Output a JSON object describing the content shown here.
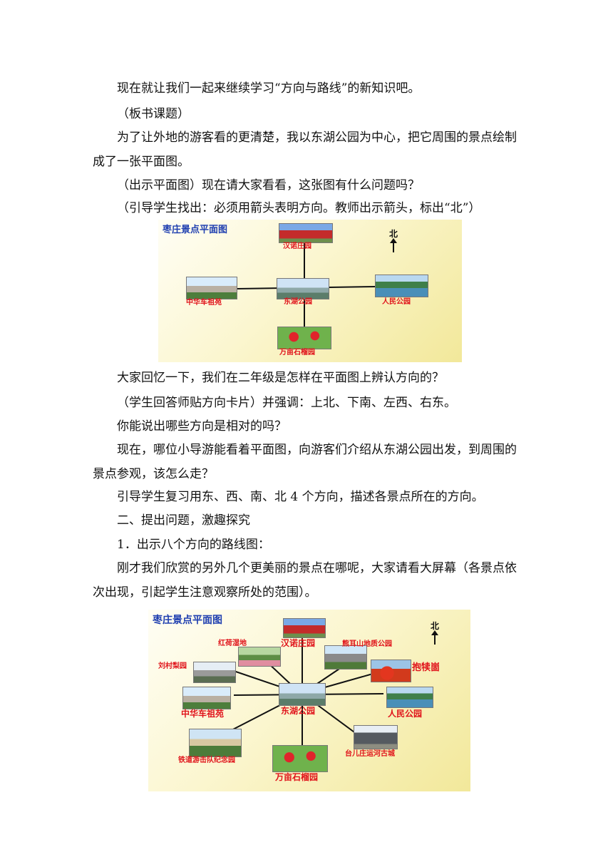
{
  "paragraphs": [
    "现在就让我们一起来继续学习“方向与路线”的新知识吧。",
    "（板书课题）",
    "为了让外地的游客看的更清楚，我以东湖公园为中心，把它周围的景点绘制成了一张平面图。",
    "（出示平面图）现在请大家看看，这张图有什么问题吗？",
    "（引导学生找出：必须用箭头表明方向。教师出示箭头，标出“北”）",
    "大家回忆一下，我们在二年级是怎样在平面图上辨认方向的？",
    "（学生回答师贴方向卡片）并强调：上北、下南、左西、右东。",
    "你能说出哪些方向是相对的吗？",
    "现在，哪位小导游能看着平面图，向游客们介绍从东湖公园出发，到周围的景点参观，该怎么走？",
    "引导学生复习用东、西、南、北 4 个方向，描述各景点所在的方向。",
    "二、提出问题，激趣探究",
    "1．出示八个方向的路线图：",
    "刚才我们欣赏的另外几个更美丽的景点在哪呢，大家请看大屏幕（各景点依次出现，引起学生注意观察所处的范围）。"
  ],
  "map1": {
    "title": "枣庄景点平面图",
    "north": "北",
    "spots": {
      "north": "汉诺庄园",
      "center": "东湖公园",
      "east": "人民公园",
      "west": "中华车祖苑",
      "south": "万亩石榴园"
    }
  },
  "map2": {
    "title": "枣庄景点平面图",
    "north": "北",
    "spots": {
      "north": "汉诺庄园",
      "center": "东湖公园",
      "east": "人民公园",
      "west": "中华车祖苑",
      "south": "万亩石榴园",
      "nnw": "红荷湿地",
      "wnw": "刘村梨园",
      "nne": "熊耳山地质公园",
      "ene": "抱犊崮",
      "sse": "台儿庄运河古城",
      "ssw": "铁道游击队纪念园"
    }
  }
}
